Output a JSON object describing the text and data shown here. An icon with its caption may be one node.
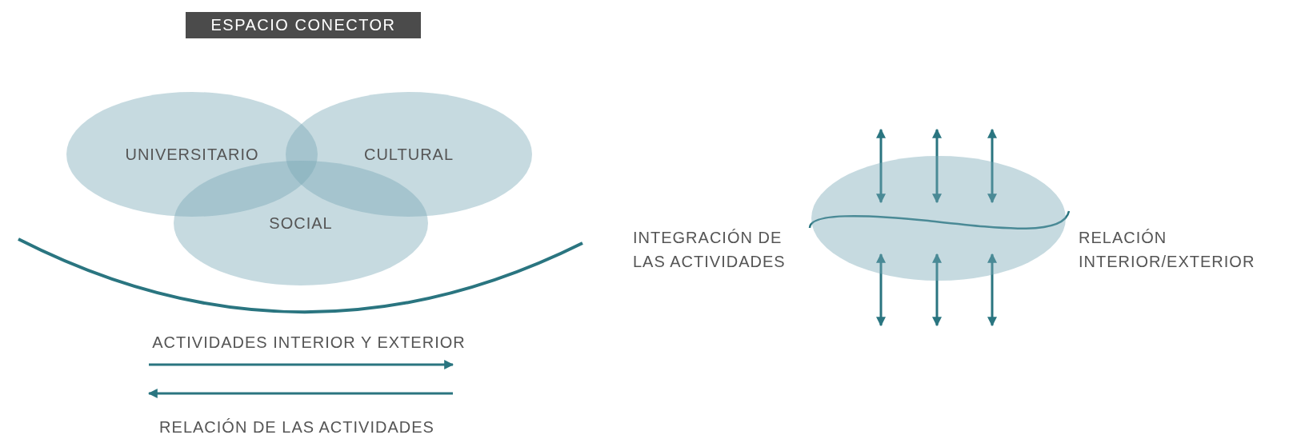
{
  "diagram": {
    "title": "ESPACIO CONECTOR",
    "nodes": [
      {
        "text": [
          "UNIVERSITARIO"
        ]
      },
      {
        "text": [
          "CULTURAL"
        ]
      },
      {
        "text": [
          "SOCIAL"
        ]
      },
      {
        "text": [],
        "shape": "ellipse"
      }
    ],
    "edges": [],
    "labels": [
      "ACTIVIDADES INTERIOR Y EXTERIOR",
      "RELACIÓN DE LAS ACTIVIDADES",
      "INTEGRACIÓN DE LAS ACTIVIDADES",
      "RELACIÓN INTERIOR/EXTERIOR"
    ]
  }
}
